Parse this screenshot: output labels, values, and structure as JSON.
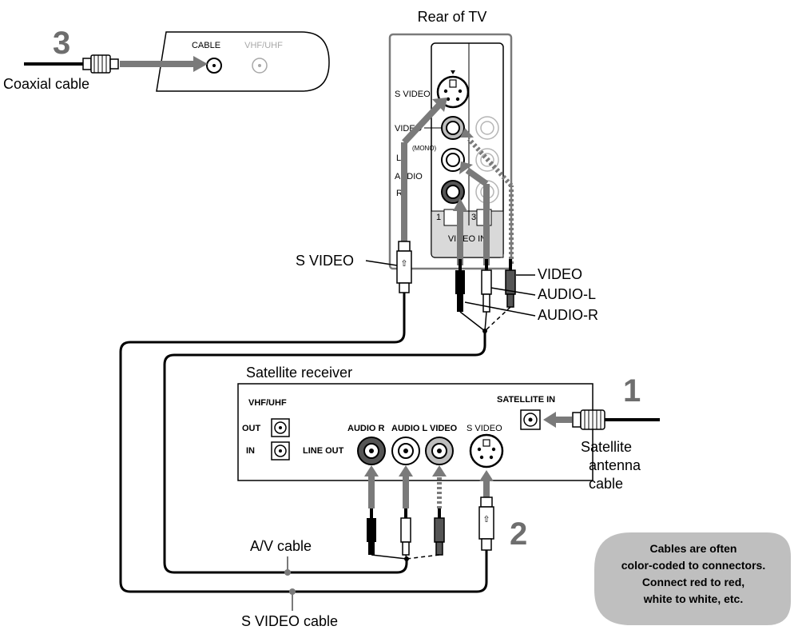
{
  "labels": {
    "rear_of_tv": "Rear of TV",
    "step3": "3",
    "step2": "2",
    "step1": "1",
    "coaxial_cable": "Coaxial cable",
    "cable_jack": "CABLE",
    "vhf_uhf_jack": "VHF/UHF",
    "tv_s_video": "S VIDEO",
    "tv_video": "VIDEO",
    "tv_mono": "(MONO)",
    "tv_audio": "AUDIO",
    "tv_l": "L",
    "tv_r": "R",
    "tv_input_1": "1",
    "tv_input_3": "3",
    "tv_video_in": "VIDEO IN",
    "callout_s_video": "S VIDEO",
    "callout_video": "VIDEO",
    "callout_audio_l": "AUDIO-L",
    "callout_audio_r": "AUDIO-R",
    "satellite_receiver": "Satellite receiver",
    "rcv_vhf_uhf": "VHF/UHF",
    "rcv_out": "OUT",
    "rcv_in": "IN",
    "rcv_line_out": "LINE OUT",
    "rcv_audio_r": "AUDIO R",
    "rcv_audio_l": "AUDIO L",
    "rcv_video": "VIDEO",
    "rcv_s_video": "S VIDEO",
    "rcv_satellite_in": "SATELLITE IN",
    "sat_antenna_1": "Satellite",
    "sat_antenna_2": "antenna",
    "sat_antenna_3": "cable",
    "av_cable": "A/V cable",
    "s_video_cable": "S VIDEO cable"
  },
  "note": {
    "lines": [
      "Cables are often",
      "color-coded to connectors.",
      "Connect red to red,",
      "white to white, etc."
    ]
  },
  "colors": {
    "arrow_gray": "#7a7a7a",
    "panel_gray": "#d9d9d9",
    "note_bubble": "#bfbfbf",
    "faded_text": "#a8a8a8"
  }
}
